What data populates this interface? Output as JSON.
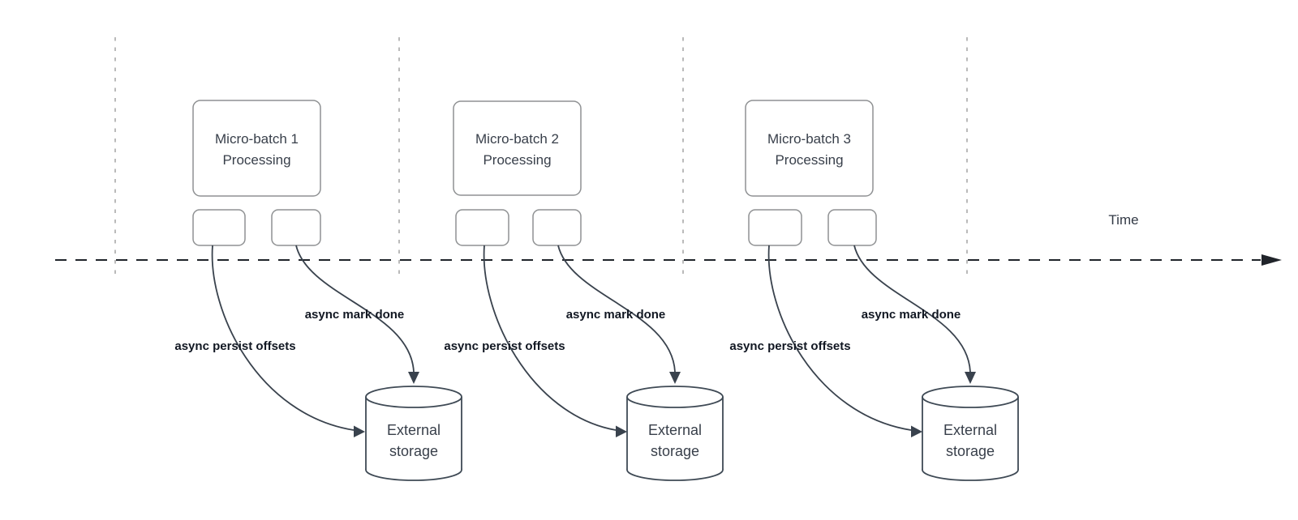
{
  "time_axis": {
    "label": "Time"
  },
  "groups": [
    {
      "box_line1": "Micro-batch 1",
      "box_line2": "Processing",
      "persist_label": "async persist offsets",
      "mark_done_label": "async mark done",
      "storage_line1": "External",
      "storage_line2": "storage"
    },
    {
      "box_line1": "Micro-batch 2",
      "box_line2": "Processing",
      "persist_label": "async persist offsets",
      "mark_done_label": "async mark done",
      "storage_line1": "External",
      "storage_line2": "storage"
    },
    {
      "box_line1": "Micro-batch 3",
      "box_line2": "Processing",
      "persist_label": "async persist offsets",
      "mark_done_label": "async mark done",
      "storage_line1": "External",
      "storage_line2": "storage"
    }
  ],
  "colors": {
    "background": "#ffffff",
    "gridline": "#a9a9a9",
    "axis": "#20242a",
    "shape_stroke_light": "#8f9193",
    "shape_stroke_dark": "#3f4a55",
    "arrow": "#39424d",
    "box_text": "#383f4a",
    "label_text": "#111722"
  }
}
